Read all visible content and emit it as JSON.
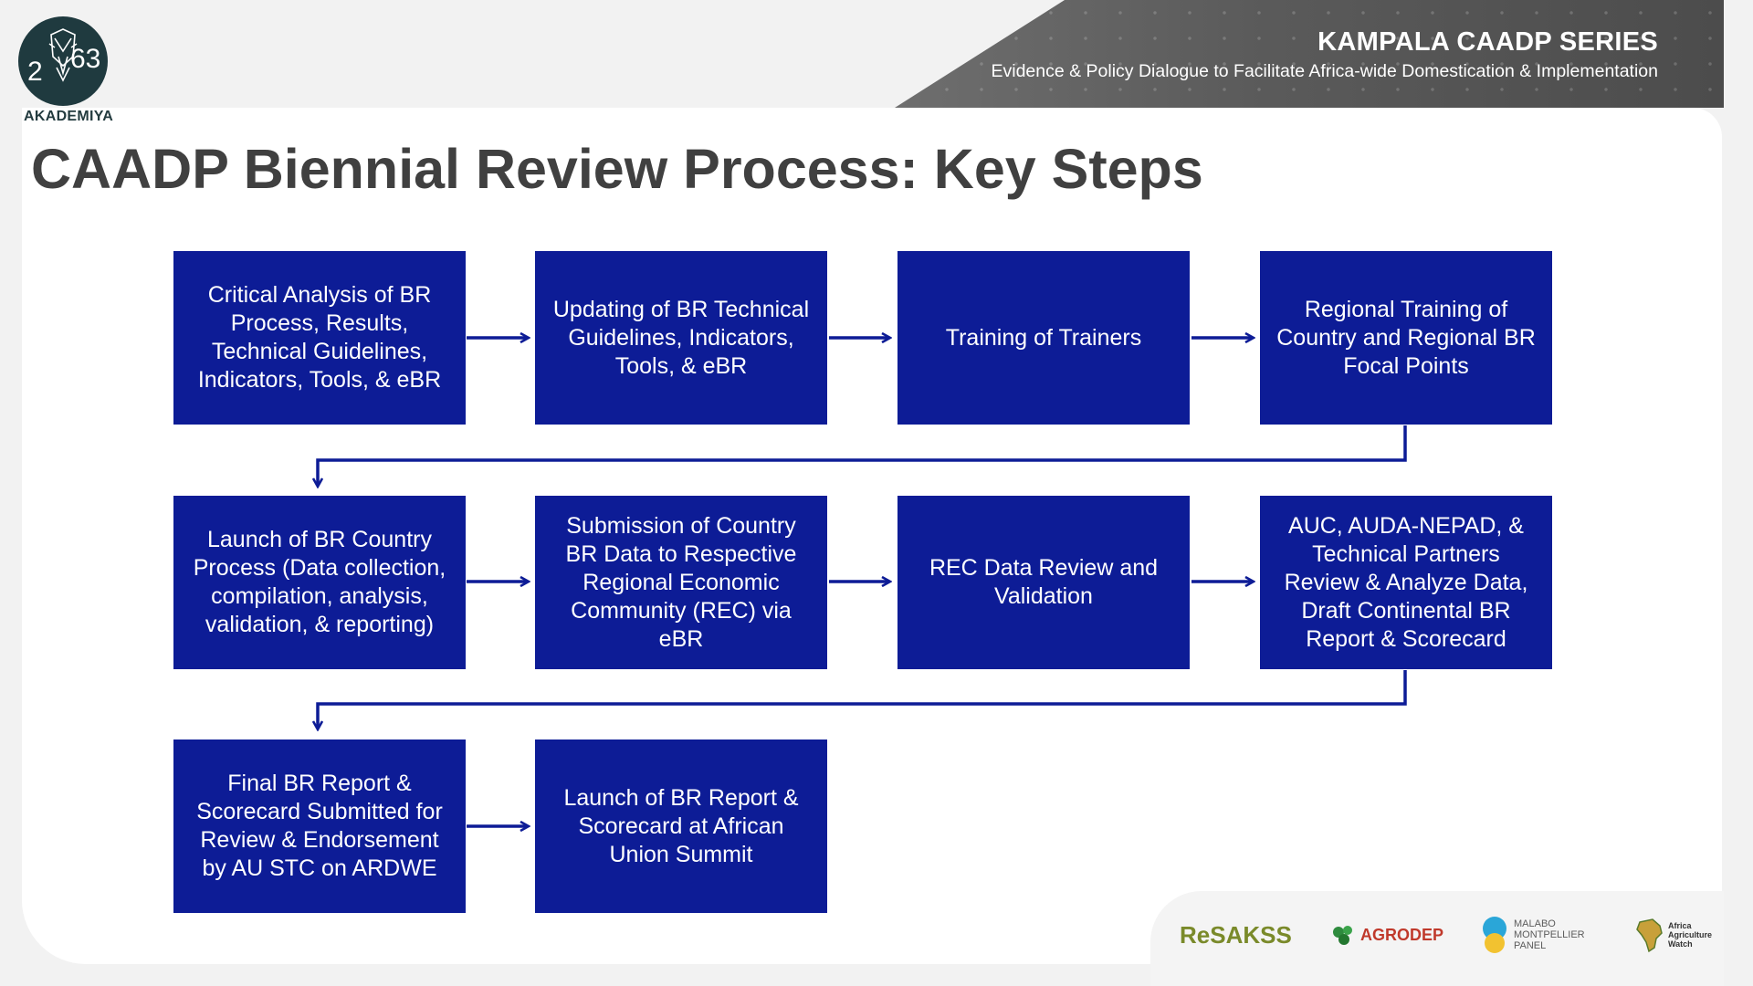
{
  "header": {
    "series_title": "KAMPALA CAADP SERIES",
    "series_subtitle": "Evidence & Policy Dialogue to Facilitate Africa-wide Domestication & Implementation"
  },
  "logo": {
    "number_left": "2",
    "number_right": "63",
    "name": "AKADEMIYA"
  },
  "title": "CAADP Biennial Review Process: Key Steps",
  "steps": [
    {
      "lines": [
        "Critical Analysis of BR",
        "Process, Results,",
        "Technical Guidelines,",
        "Indicators, Tools, & eBR"
      ]
    },
    {
      "lines": [
        "Updating of BR Technical",
        "Guidelines, Indicators,",
        "Tools, & eBR"
      ]
    },
    {
      "lines": [
        "Training of Trainers"
      ]
    },
    {
      "lines": [
        "Regional Training of",
        "Country and Regional BR",
        "Focal Points"
      ]
    },
    {
      "lines": [
        "Launch of BR Country",
        "Process (Data collection,",
        "compilation, analysis,",
        "validation, & reporting)"
      ]
    },
    {
      "lines": [
        "Submission of Country",
        "BR Data  to Respective",
        "Regional Economic",
        "Community (REC) via eBR"
      ]
    },
    {
      "lines": [
        "REC Data Review and",
        "Validation"
      ]
    },
    {
      "lines": [
        "AUC, AUDA-NEPAD, &",
        "Technical Partners",
        "Review & Analyze Data,",
        "Draft Continental BR",
        "Report & Scorecard"
      ]
    },
    {
      "lines": [
        "Final BR Report &",
        "Scorecard Submitted for",
        "Review & Endorsement",
        "by AU STC on ARDWE"
      ]
    },
    {
      "lines": [
        "Launch of BR Report &",
        "Scorecard at African",
        "Union Summit"
      ]
    }
  ],
  "partners": {
    "resakss": "ReSAKSS",
    "agrodep": "AGRODEP",
    "malabo": [
      "MALABO",
      "MONTPELLIER",
      "PANEL"
    ],
    "aaw": [
      "Africa",
      "Agriculture",
      "Watch"
    ]
  },
  "colors": {
    "step_fill": "#0d1c96",
    "connector": "#0d1c96",
    "title_text": "#404040",
    "banner": "#5a5a5a"
  }
}
